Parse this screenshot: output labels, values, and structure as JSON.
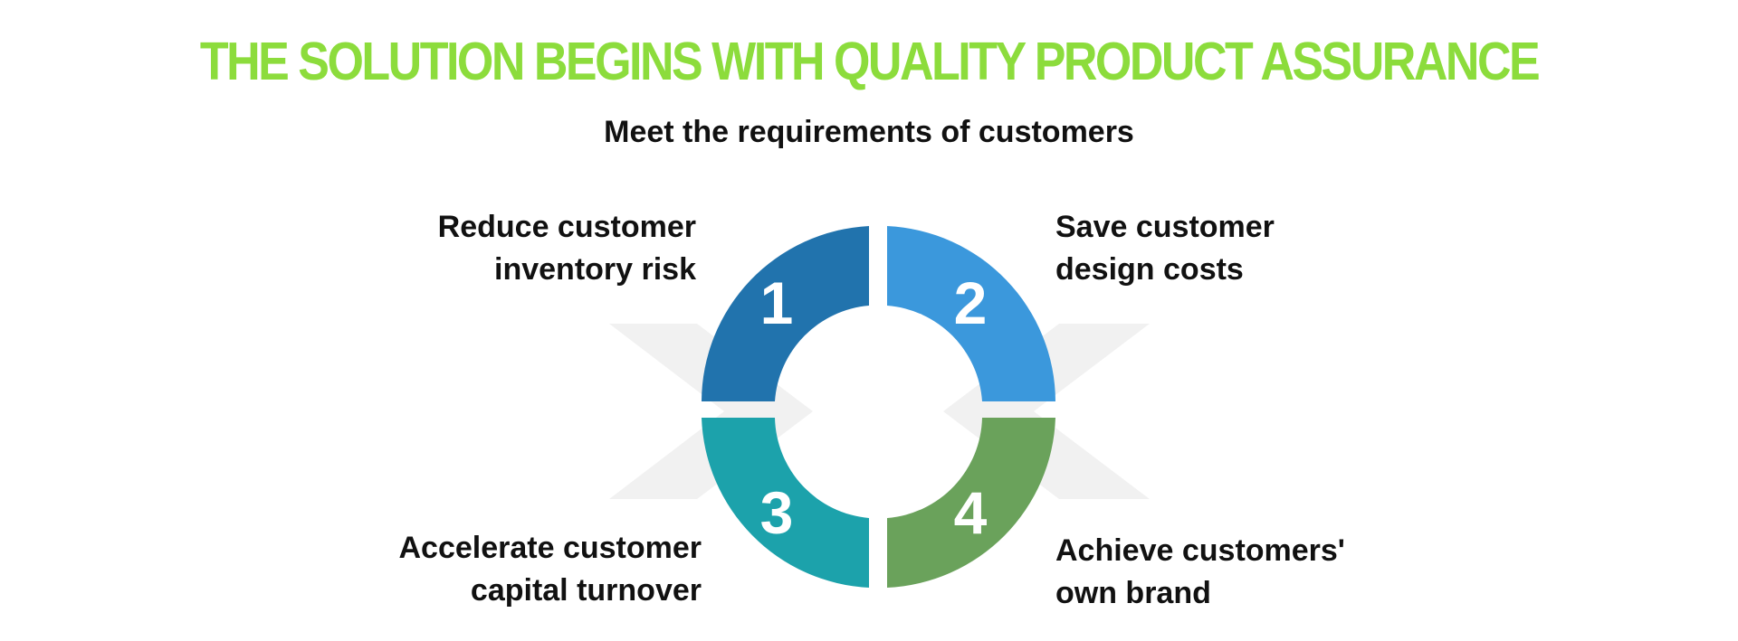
{
  "title": "THE SOLUTION BEGINS WITH QUALITY PRODUCT ASSURANCE",
  "subtitle": "Meet the requirements of customers",
  "steps": [
    {
      "number": "1",
      "lines": [
        "Reduce customer",
        "inventory risk"
      ],
      "color": "#2173ad"
    },
    {
      "number": "2",
      "lines": [
        "Save customer",
        "design costs"
      ],
      "color": "#3b98dc"
    },
    {
      "number": "3",
      "lines": [
        "Accelerate customer",
        "capital turnover"
      ],
      "color": "#1ca2ab"
    },
    {
      "number": "4",
      "lines": [
        "Achieve customers'",
        "own brand"
      ],
      "color": "#6aa25b"
    }
  ],
  "colors": {
    "title": "#8cdc3c",
    "text": "#111111",
    "background_shape": "#f1f1f1"
  }
}
